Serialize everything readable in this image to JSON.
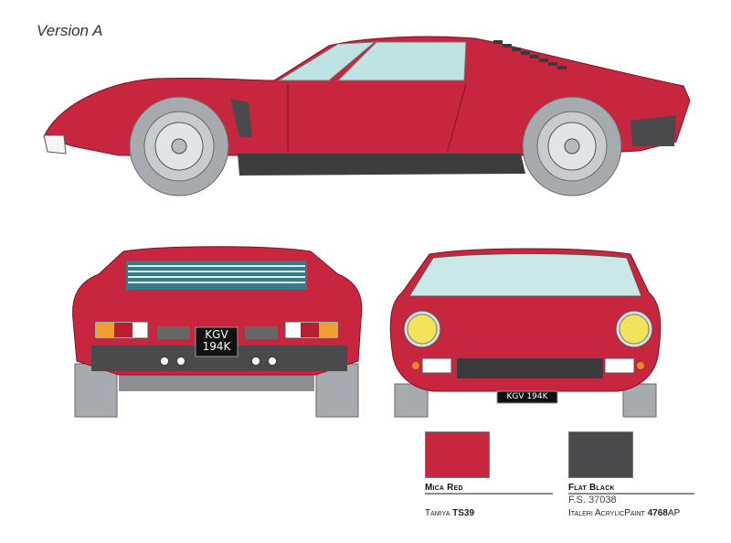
{
  "title": "Version A",
  "views": {
    "side": {
      "label": "side-view"
    },
    "rear": {
      "label": "rear-view",
      "plate_line1": "KGV",
      "plate_line2": "194K"
    },
    "front": {
      "label": "front-view",
      "plate": "KGV 194K"
    }
  },
  "colors": {
    "body": "#c8263f",
    "trim": "#4a4a4c",
    "glass": "#bfe3e3",
    "tyre": "#a7abaf",
    "headlight": "#f3e35a"
  },
  "paints": [
    {
      "name": "Mica Red",
      "hex": "#c8263f",
      "brand_prefix": "Tamiya",
      "code": "TS39",
      "code_suffix": "",
      "fs": ""
    },
    {
      "name": "Flat Black",
      "hex": "#4a4a4c",
      "fs": "F.S. 37038",
      "brand_prefix": "Italeri AcrylicPaint",
      "code": "4768",
      "code_suffix": "AP"
    }
  ]
}
